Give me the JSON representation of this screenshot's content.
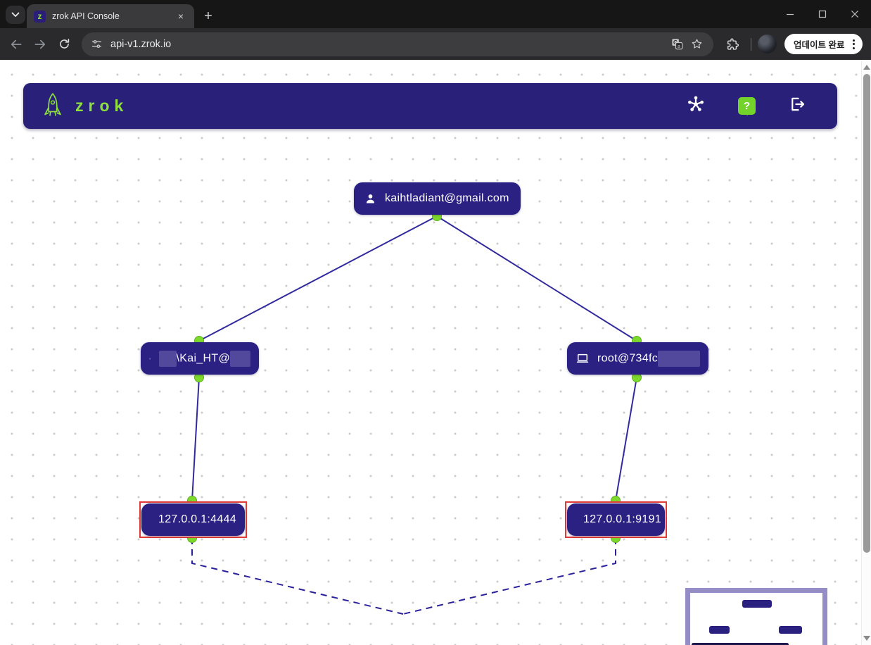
{
  "browser": {
    "tab": {
      "favicon_letter": "z",
      "title": "zrok API Console",
      "close_glyph": "×"
    },
    "new_tab_glyph": "+",
    "toolbar": {
      "url": "api-v1.zrok.io",
      "update_button": "업데이트 완료"
    }
  },
  "app_header": {
    "logo_text": "zrok",
    "help_glyph": "?",
    "icons": [
      "hub-icon",
      "help-icon",
      "logout-icon"
    ]
  },
  "graph": {
    "account": {
      "label": "kaihtladiant@gmail.com",
      "icon": "person-icon"
    },
    "env_left": {
      "label": "\\Kai_HT@",
      "icon": "laptop-icon",
      "redacted_prefix": true,
      "redacted_suffix": true
    },
    "env_right": {
      "label": "root@734fc",
      "icon": "laptop-icon",
      "redacted_suffix": true
    },
    "share_left": {
      "label": "127.0.0.1:4444",
      "icon": "share-icon",
      "selected": true
    },
    "share_right": {
      "label": "127.0.0.1:9191",
      "icon": "lan-icon",
      "selected": true
    },
    "edges": [
      {
        "from": "account",
        "to": "env_left",
        "style": "solid"
      },
      {
        "from": "account",
        "to": "env_right",
        "style": "solid"
      },
      {
        "from": "env_left",
        "to": "share_left",
        "style": "solid"
      },
      {
        "from": "env_right",
        "to": "share_right",
        "style": "solid"
      },
      {
        "from": "share_left",
        "to": "junction",
        "style": "dashed"
      },
      {
        "from": "share_right",
        "to": "junction",
        "style": "dashed"
      }
    ]
  },
  "colors": {
    "header_indigo": "#29207a",
    "node_indigo": "#2b2183",
    "edge_line": "#312a9e",
    "accent_green": "#7dd92c",
    "selection_red": "#e03a36",
    "minimap_border": "#958dc6"
  }
}
